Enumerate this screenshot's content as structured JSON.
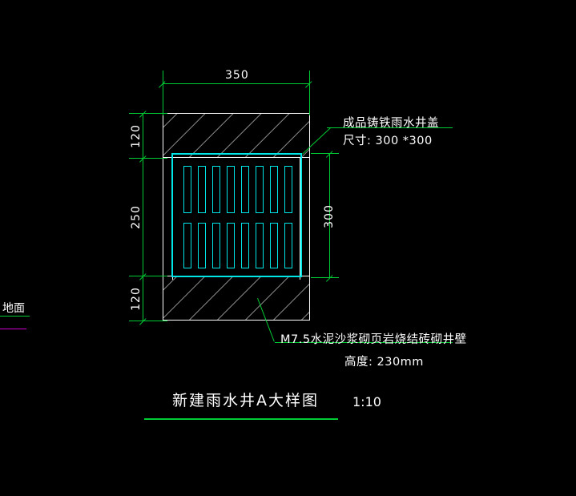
{
  "drawing": {
    "background_color": "#000000",
    "title": "新建雨水井A大样图",
    "scale": "1:10",
    "ground_label": "地面",
    "dimensions": {
      "top_width": "350",
      "left_top": "120",
      "left_middle": "250",
      "left_bottom": "120",
      "right_opening": "300"
    },
    "annotations": {
      "cover_line1": "成品铸铁雨水井盖",
      "cover_line2": "尺寸: 300 *300",
      "wall_line1": "M7.5水泥沙浆砌页岩烧结砖砌井壁",
      "wall_line2": "高度: 230mm"
    },
    "colors": {
      "masonry_outline": "#ffffff",
      "hatch": "#909090",
      "dimension": "#00cc33",
      "grate": "#00e5e5",
      "ground_line": "#cc00cc",
      "text": "#ffffff"
    },
    "grate": {
      "slot_count_per_row": 8,
      "row_count": 2
    }
  }
}
